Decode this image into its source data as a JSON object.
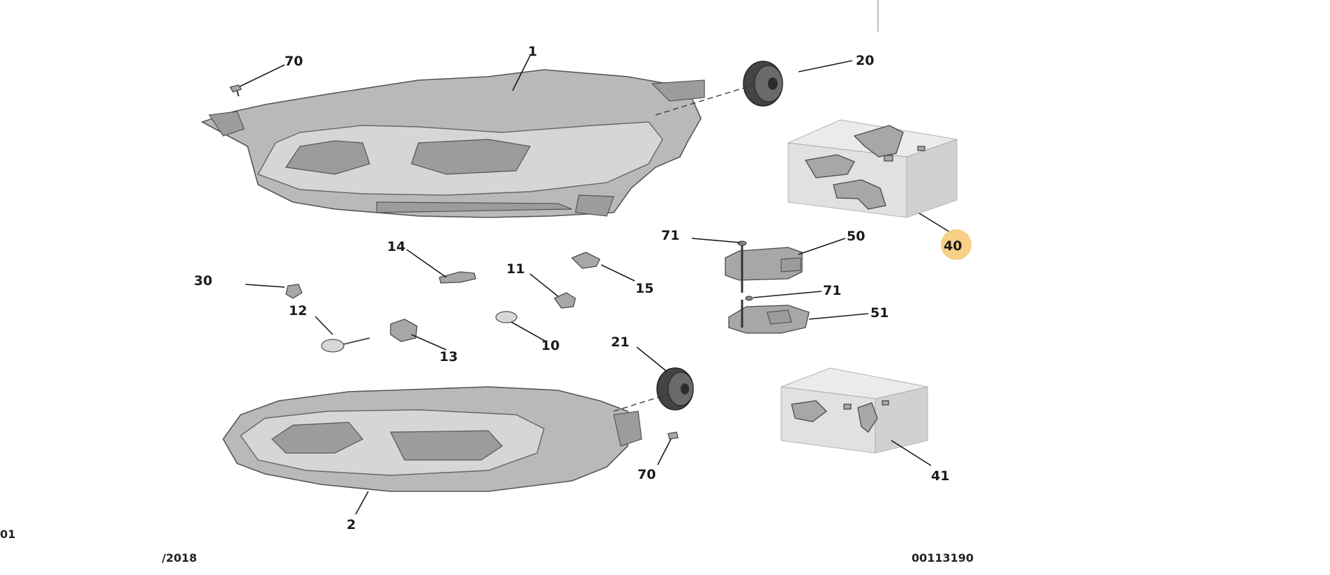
{
  "diagram": {
    "callouts": {
      "c1": "1",
      "c2": "2",
      "c10": "10",
      "c11": "11",
      "c12": "12",
      "c13": "13",
      "c14": "14",
      "c15": "15",
      "c20": "20",
      "c21": "21",
      "c30": "30",
      "c40": "40",
      "c41": "41",
      "c50": "50",
      "c51": "51",
      "c70_top": "70",
      "c70_bottom": "70",
      "c71_top": "71",
      "c71_mid": "71"
    },
    "highlighted_callout": "40",
    "highlight_color": "#f7cf86"
  },
  "footer": {
    "left_code": "01",
    "date": "/2018",
    "ref": "00113190"
  }
}
